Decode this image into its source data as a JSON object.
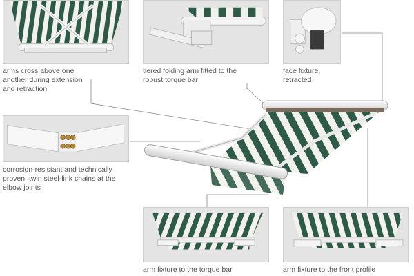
{
  "captions": {
    "arms_cross": "arms cross above one another during extension and retraction",
    "tiered_arm": "tiered folding arm fitted to the robust torque bar",
    "face_fixture": "face fixture, retracted",
    "corrosion": "corrosion-resistant and technically proven; twin steel-link chains at the elbow joints",
    "torque_bar_fixture": "arm fixture to the torque bar",
    "front_profile_fixture": "arm fixture to the front profile"
  },
  "colors": {
    "stripe_green": "#2f5a4a",
    "stripe_white": "#f2f2ec",
    "frame_white": "#f4f4f4",
    "panel_bg": "#e4e4e4",
    "leader_line": "#8a8a8a",
    "caption_text": "#555555"
  },
  "icons": {
    "main": "retractable-awning-illustration",
    "detail_1": "crossed-arms-detail",
    "detail_2": "torque-bar-arm-detail",
    "detail_3": "face-fixture-detail",
    "detail_4": "elbow-chain-joint-detail",
    "detail_5": "torque-bar-fixture-detail",
    "detail_6": "front-profile-fixture-detail"
  }
}
